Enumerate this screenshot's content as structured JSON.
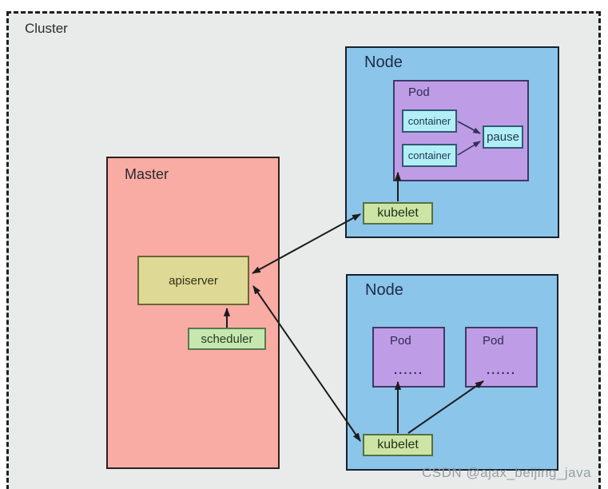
{
  "cluster": {
    "label": "Cluster"
  },
  "master": {
    "label": "Master",
    "apiserver_label": "apiserver",
    "scheduler_label": "scheduler"
  },
  "node_top": {
    "label": "Node",
    "pod": {
      "label": "Pod",
      "containers": [
        "container",
        "container"
      ],
      "pause_label": "pause"
    },
    "kubelet_label": "kubelet"
  },
  "node_bottom": {
    "label": "Node",
    "pods": [
      {
        "label": "Pod",
        "dots": "......"
      },
      {
        "label": "Pod",
        "dots": "......"
      }
    ],
    "kubelet_label": "kubelet"
  },
  "watermark": "CSDN @ajax_beijing_java",
  "colors": {
    "canvas_bg": "#ffffff",
    "cluster_bg": "#e8ebea",
    "cluster_border": "#1f1f1f",
    "master_bg": "#f9aca4",
    "master_border": "#2a2220",
    "node_bg": "#8cc5ea",
    "node_border": "#16222e",
    "pod_bg": "#bf9ce6",
    "pod_border": "#3c3a64",
    "container_bg": "#b2eef6",
    "container_border": "#2e5a72",
    "pause_bg": "#b2eef6",
    "kubelet_bg": "#cde5a4",
    "kubelet_border": "#57703f",
    "scheduler_bg": "#c6e7b0",
    "scheduler_border": "#577a4e",
    "apiserver_bg": "#ded994",
    "apiserver_border": "#6a6636",
    "arrow": "#1c1c1c",
    "pod_arrow": "#31305a",
    "label_dark": "#2b2b2b",
    "node_text": "#1c2b46",
    "pod_text": "#2e2c52",
    "container_text": "#1d3a52",
    "watermark_color": "#8e979e"
  }
}
